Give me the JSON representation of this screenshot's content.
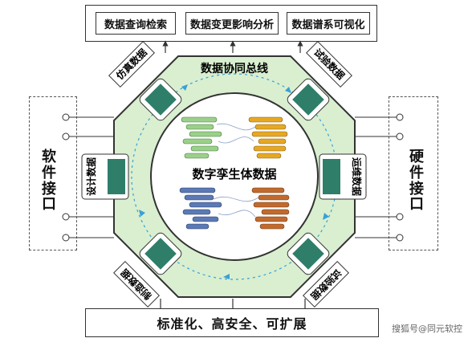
{
  "top_boxes": [
    "数据查询检索",
    "数据变更影响分析",
    "数据谱系可视化"
  ],
  "ring_title": "数据协同总线",
  "center_title": "数字孪生体数据",
  "nodes": {
    "top_left": "仿真数据",
    "top_right": "试验数据",
    "left": "设计数据",
    "right": "运维数据",
    "bottom_left": "制造数据",
    "bottom_right": "试验数据"
  },
  "left_interface": [
    "软",
    "件",
    "接",
    "口"
  ],
  "right_interface": [
    "硬",
    "件",
    "接",
    "口"
  ],
  "bottom_label": "标准化、高安全、可扩展",
  "watermark": "搜狐号@同元软控",
  "colors": {
    "ring": "#d9efd0",
    "inner_circle": "#ffffff",
    "node_panel": "#2f7e6a",
    "green_bars": "#9bd08a",
    "orange_bars": "#e6a824",
    "blue_bars": "#5b79b4",
    "brown_bars": "#c26a2e",
    "dashed_flow": "#3aa0d6"
  }
}
